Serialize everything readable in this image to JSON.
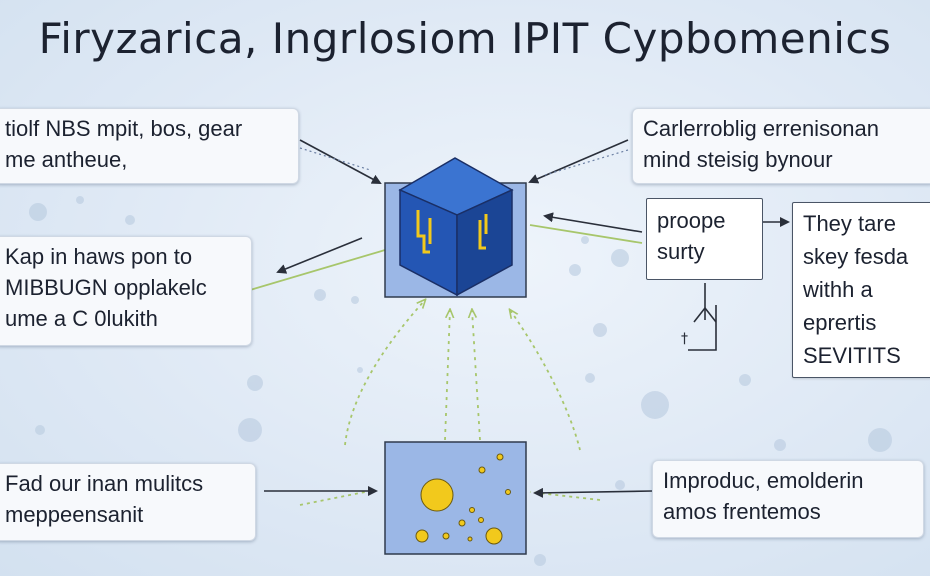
{
  "title": "Firyzarica, Ingrlosiom IPIT Cypbomenics",
  "boxes": {
    "top_left": [
      "tiolf NBS mpit, bos, gear",
      "me antheue,"
    ],
    "mid_left": [
      "Kap in haws pon to",
      "MIBBUGN opplakelc",
      "ume a C 0lukith"
    ],
    "bot_left": [
      "Fad our inan mulitcs",
      "meppeensanit"
    ],
    "top_right": [
      "Carlerroblig errenisonan",
      "mind steisig bynour"
    ],
    "proope": [
      "proope",
      "surty"
    ],
    "right_tall": [
      "They tare",
      "skey fesda",
      "withh a",
      "eprertis",
      "SEVITITS"
    ],
    "bot_right": [
      "Improduc, emolderin",
      "amos frentemos"
    ]
  },
  "colors": {
    "cube_front": "#2456b4",
    "cube_top": "#3b74d1",
    "cube_side": "#1b4595",
    "panel": "#9bb7e6",
    "dot": "#f2c91c",
    "green": "#a7c66b",
    "arrow": "#2a2f3a"
  }
}
